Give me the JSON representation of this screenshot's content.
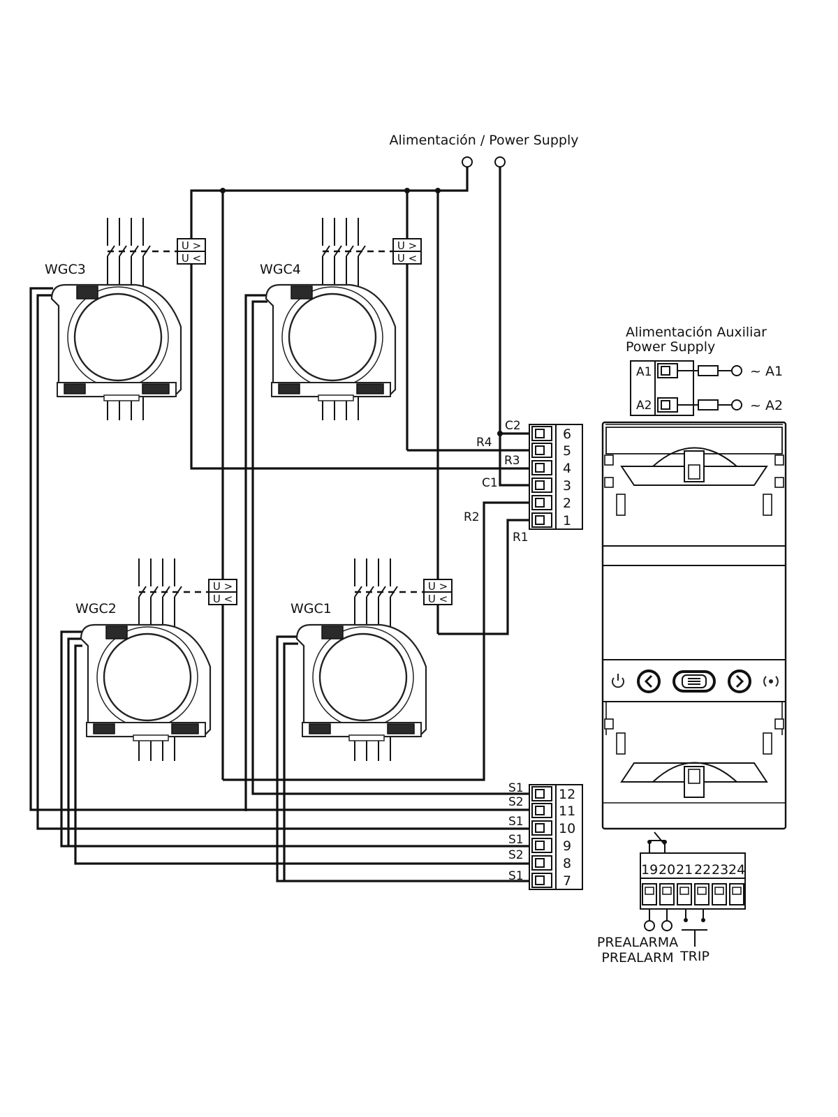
{
  "power_supply": {
    "label": "Alimentación / Power Supply"
  },
  "aux_supply": {
    "line1": "Alimentación  Auxiliar",
    "line2": "Power Supply",
    "a1": "A1",
    "a2": "A2",
    "out_a1": "~ A1",
    "out_a2": "~ A2"
  },
  "sensors": [
    {
      "label": "WGC3"
    },
    {
      "label": "WGC4"
    },
    {
      "label": "WGC2"
    },
    {
      "label": "WGC1"
    }
  ],
  "relay": {
    "over": "U >",
    "under": "U <"
  },
  "terminal_upper": {
    "numbers": [
      "6",
      "5",
      "4",
      "3",
      "2",
      "1"
    ],
    "wires": [
      "C2",
      "R4",
      "R3",
      "C1",
      "R2",
      "R1"
    ]
  },
  "terminal_lower": {
    "numbers": [
      "12",
      "11",
      "10",
      "9",
      "8",
      "7"
    ],
    "wires": [
      "S1",
      "S2",
      "S1",
      "S1",
      "S2",
      "S1"
    ]
  },
  "output_terminals": {
    "numbers": [
      "19",
      "20",
      "21",
      "22",
      "23",
      "24"
    ]
  },
  "outputs": {
    "prealarm_es": "PREALARMA",
    "prealarm_en": "PREALARM",
    "trip": "TRIP"
  },
  "device_buttons": [
    "power-icon",
    "chevron-left-icon",
    "menu-icon",
    "chevron-right-icon",
    "alarm-icon"
  ]
}
